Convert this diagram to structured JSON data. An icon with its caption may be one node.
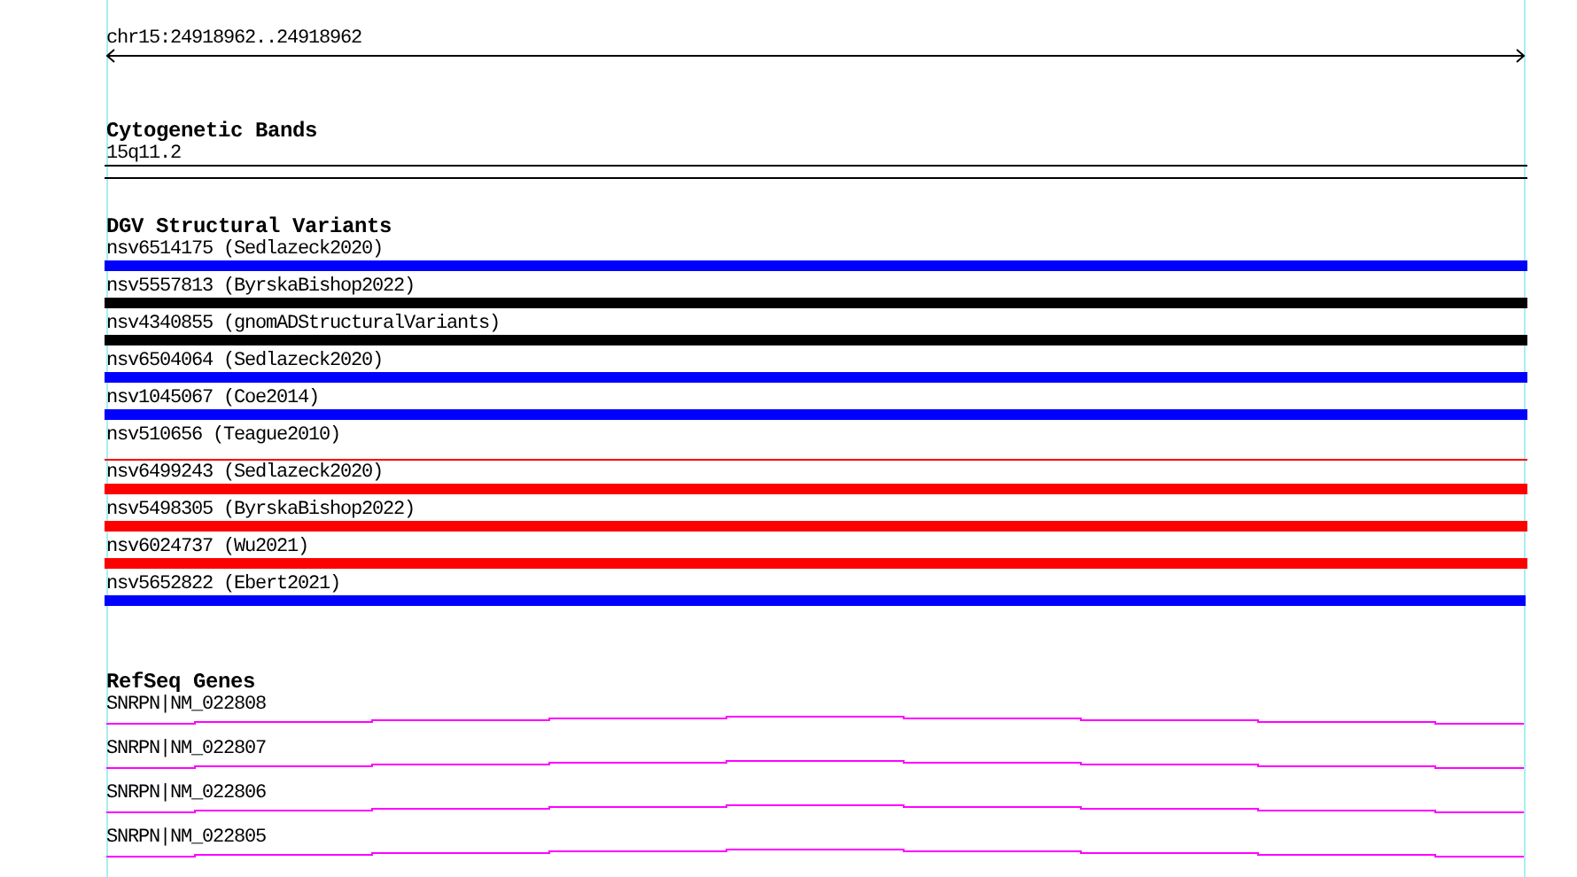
{
  "diagram": {
    "labels": [
      "chr15:24918962..24918962",
      "Cytogenetic Bands",
      "15q11.2",
      "DGV Structural Variants",
      "nsv6514175 (Sedlazeck2020)",
      "nsv5557813 (ByrskaBishop2022)",
      "nsv4340855 (gnomADStructuralVariants)",
      "nsv6504064 (Sedlazeck2020)",
      "nsv1045067 (Coe2014)",
      "nsv510656 (Teague2010)",
      "nsv6499243 (Sedlazeck2020)",
      "nsv5498305 (ByrskaBishop2022)",
      "nsv6024737 (Wu2021)",
      "nsv5652822 (Ebert2021)",
      "RefSeq Genes",
      "SNRPN|NM_022808",
      "SNRPN|NM_022807",
      "SNRPN|NM_022806",
      "SNRPN|NM_022805"
    ]
  }
}
